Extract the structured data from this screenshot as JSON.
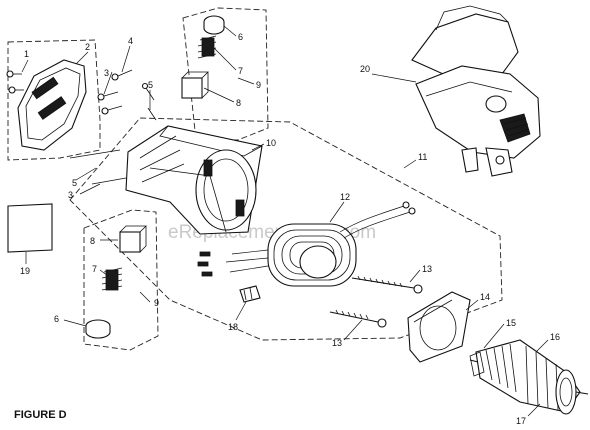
{
  "figure": {
    "label": "FIGURE D"
  },
  "watermark": "eReplacementParts.com",
  "callouts": {
    "c1": "1",
    "c2": "2",
    "c3a": "3",
    "c3b": "3",
    "c4": "4",
    "c5a": "5",
    "c5b": "5",
    "c6a": "6",
    "c6b": "6",
    "c7a": "7",
    "c7b": "7",
    "c8a": "8",
    "c8b": "8",
    "c9a": "9",
    "c9b": "9",
    "c10": "10",
    "c11": "11",
    "c12": "12",
    "c13a": "13",
    "c13b": "13",
    "c14": "14",
    "c15": "15",
    "c16": "16",
    "c17": "17",
    "c18": "18",
    "c19": "19",
    "c20": "20"
  }
}
